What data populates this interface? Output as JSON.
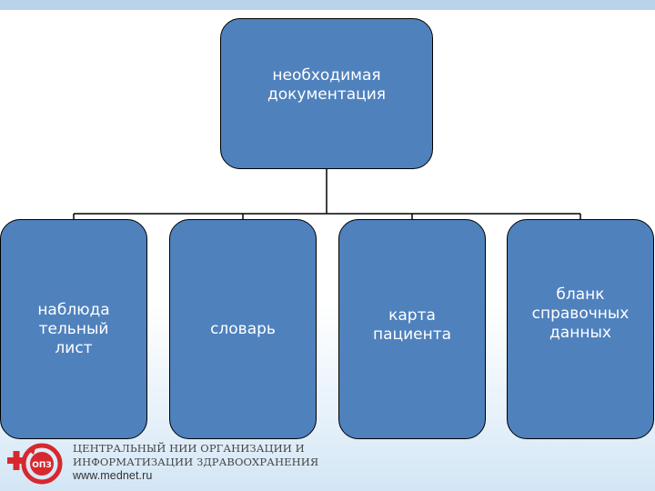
{
  "diagram": {
    "root": {
      "label": "необходимая\nдокументация"
    },
    "children": [
      {
        "label": "наблюда\nтельный\nлист"
      },
      {
        "label": "словарь"
      },
      {
        "label": "карта\nпациента"
      },
      {
        "label": "бланк\nсправочных\nданных"
      }
    ]
  },
  "footer": {
    "logo_text": "ОПЗ",
    "org_line1": "ЦЕНТРАЛЬНЫЙ НИИ ОРГАНИЗАЦИИ И",
    "org_line2": "ИНФОРМАТИЗАЦИИ ЗДРАВООХРАНЕНИЯ",
    "url": "www.mednet.ru"
  },
  "colors": {
    "box_fill": "#4f81bd",
    "box_border": "#000000",
    "top_bar": "#b9d3ea",
    "logo_red": "#d7282f"
  }
}
